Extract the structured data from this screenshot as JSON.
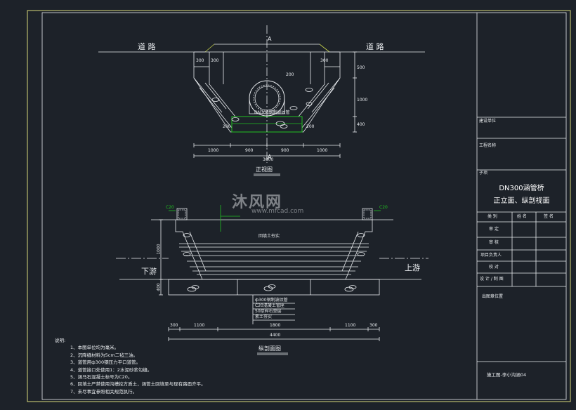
{
  "front_view": {
    "road_left": "道 路",
    "road_right": "道 路",
    "section_mark_top": "A",
    "section_mark_bottom": "A",
    "caption": "正视图",
    "pipe_label": "DN300钢制波纹管",
    "dims_top": [
      "300",
      "300",
      "200",
      "300"
    ],
    "dims_right": [
      "500",
      "1000",
      "400"
    ],
    "dims_lower": [
      "200",
      "200"
    ],
    "dims_bottom": [
      "1000",
      "900",
      "900",
      "1000"
    ],
    "dim_total": "3800"
  },
  "long_view": {
    "caption": "纵剖面图",
    "downstream": "下游",
    "upstream": "上游",
    "label_fill": "回填土夯实",
    "label_c20_left": "C20",
    "label_c20_right": "C20",
    "callouts": [
      "ф300钢制波纹管",
      "C20混凝土管座",
      "50厚碎石垫层",
      "素土夯实"
    ],
    "dims_left": [
      "1000",
      "400"
    ],
    "dims_bottom": [
      "300",
      "1100",
      "1800",
      "1100",
      "300"
    ],
    "dim_total": "4400"
  },
  "watermark": {
    "text": "沐风网",
    "url": "www.mfcad.com"
  },
  "notes": {
    "heading": "说明:",
    "items": [
      "1、本图单位均为毫米。",
      "2、沉降缝材料为5cm二毡三油。",
      "3、道管用ф300钢压力平口道管。",
      "4、道管接口处使用1：2水泥砂浆勾缝。",
      "5、涵马石混凝土标号为C20。",
      "6、回填土严禁使用沟槽挖方质土，涵管土回填至与现有路面齐平。",
      "7、未尽事宜参照相关规范执行。"
    ]
  },
  "title_block": {
    "construction_unit": "建设单位",
    "project_name": "工程名称",
    "sub_item": "子项",
    "drawing_title_1": "DN300涵管桥",
    "drawing_title_2": "正立面、纵剖视面",
    "col_category": "类 别",
    "col_name": "姓 名",
    "col_sign": "签 名",
    "row_review": "审 定",
    "row_check": "审 核",
    "row_leader": "项目负责人",
    "row_proof": "校 对",
    "row_design": "设 计 / 制 图",
    "stamp": "出图章位置",
    "drawing_no": "施工图-李小沟涵04",
    "colors": {
      "bg": "#1d2229",
      "line": "#e9ecef",
      "frame": "#d9d97a",
      "green": "#21c021"
    }
  }
}
